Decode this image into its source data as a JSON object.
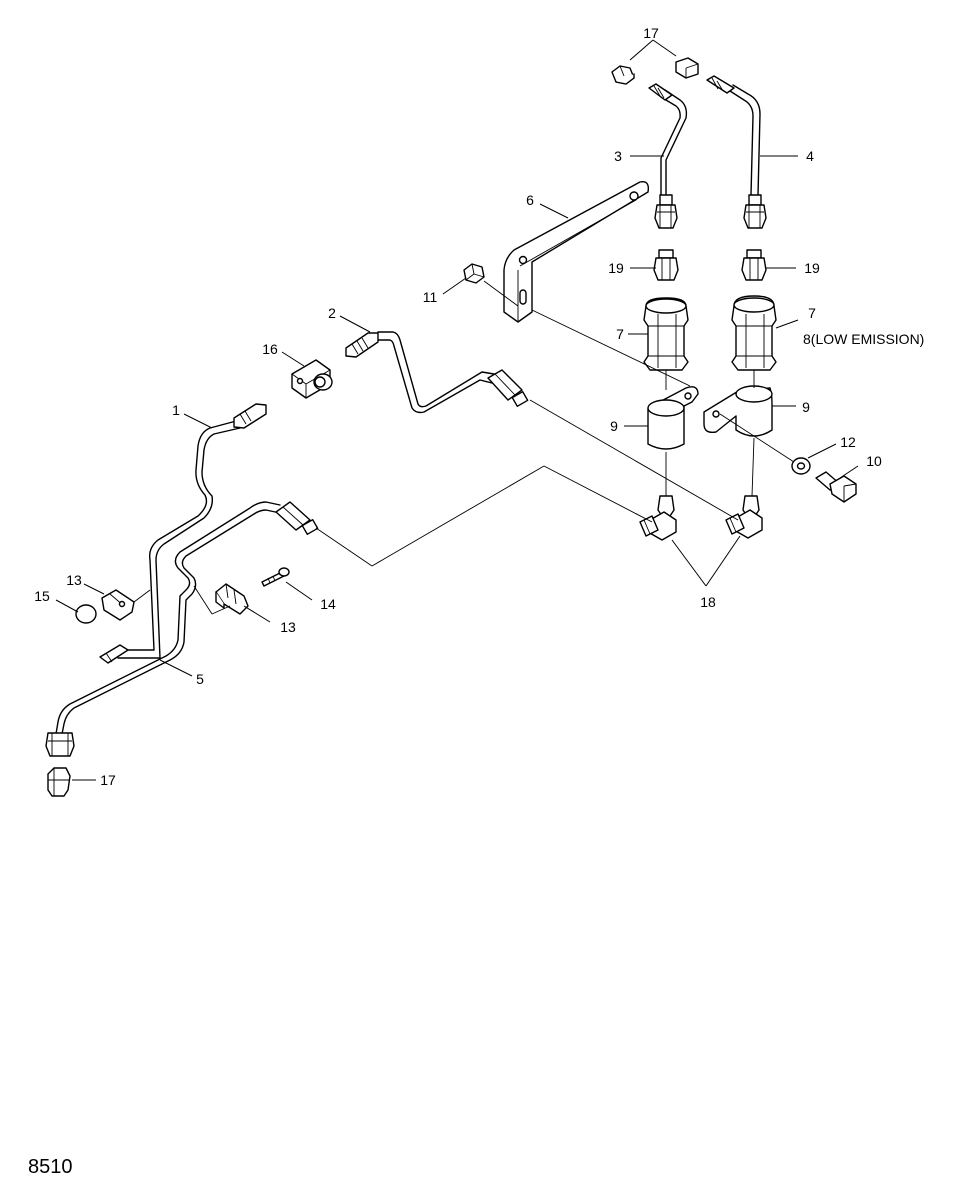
{
  "diagram": {
    "drawing_number": "8510",
    "callouts": {
      "c1": "1",
      "c2": "2",
      "c3": "3",
      "c4": "4",
      "c5": "5",
      "c6": "6",
      "c7a": "7",
      "c7b": "7",
      "c8": "8(LOW EMISSION)",
      "c9a": "9",
      "c9b": "9",
      "c10": "10",
      "c11": "11",
      "c12": "12",
      "c13a": "13",
      "c13b": "13",
      "c14": "14",
      "c15": "15",
      "c16": "16",
      "c17a": "17",
      "c17b": "17",
      "c18": "18",
      "c19a": "19",
      "c19b": "19"
    }
  }
}
